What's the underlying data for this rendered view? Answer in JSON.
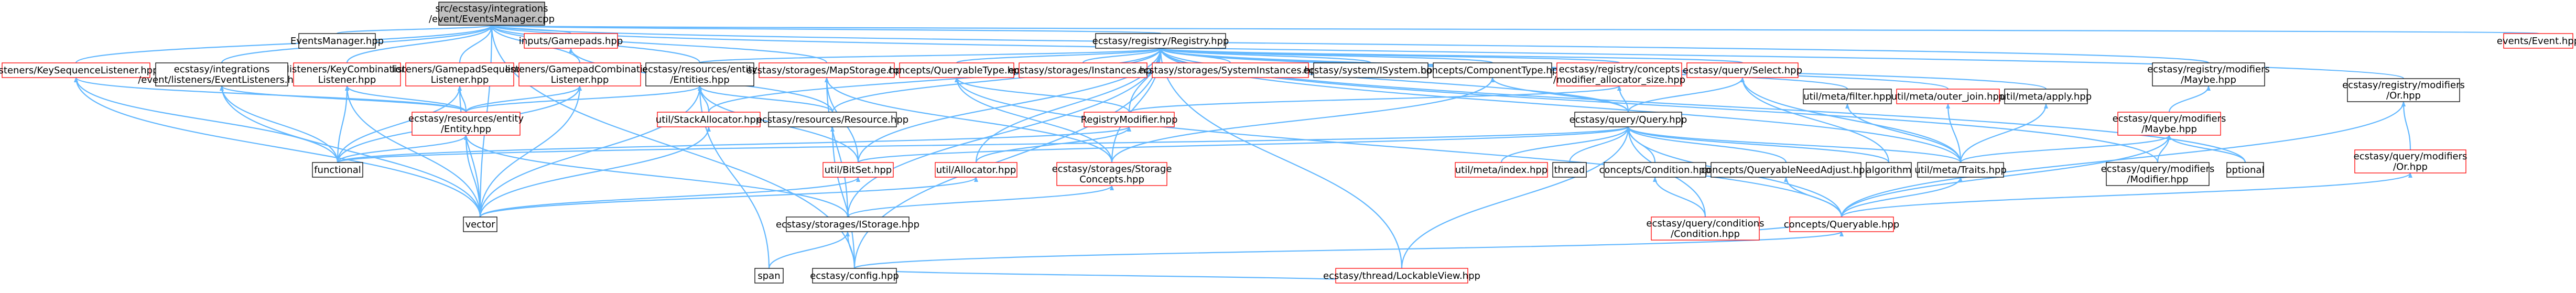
{
  "diagram": {
    "colors": {
      "edge": "#63b8ff",
      "root_fill": "#bfbfbf",
      "normal_border": "#000000",
      "missing_border": "#ff0000"
    },
    "nodes": [
      {
        "id": "root",
        "lines": [
          "src/ecstasy/integrations",
          "/event/EventsManager.cpp"
        ],
        "style": "root"
      },
      {
        "id": "eventsmanager",
        "lines": [
          "EventsManager.hpp"
        ],
        "style": "normal"
      },
      {
        "id": "registry",
        "lines": [
          "ecstasy/registry/Registry.hpp"
        ],
        "style": "normal"
      },
      {
        "id": "keyseqlistener",
        "lines": [
          "listeners/KeySequenceListener.hpp"
        ],
        "style": "missing"
      },
      {
        "id": "eventlisteners",
        "lines": [
          "ecstasy/integrations",
          "/event/listeners/EventListeners.hpp"
        ],
        "style": "normal"
      },
      {
        "id": "keycombolistener",
        "lines": [
          "listeners/KeyCombination",
          "Listener.hpp"
        ],
        "style": "missing"
      },
      {
        "id": "gpseqlistener",
        "lines": [
          "listeners/GamepadSequence",
          "Listener.hpp"
        ],
        "style": "missing"
      },
      {
        "id": "gpcombolistener",
        "lines": [
          "listeners/GamepadCombination",
          "Listener.hpp"
        ],
        "style": "missing"
      },
      {
        "id": "entities",
        "lines": [
          "ecstasy/resources/entity",
          "/Entities.hpp"
        ],
        "style": "normal"
      },
      {
        "id": "gamepads",
        "lines": [
          "inputs/Gamepads.hpp"
        ],
        "style": "missing"
      },
      {
        "id": "mapstorage",
        "lines": [
          "ecstasy/storages/MapStorage.hpp"
        ],
        "style": "missing"
      },
      {
        "id": "queryabletype",
        "lines": [
          "concepts/QueryableType.hpp"
        ],
        "style": "missing"
      },
      {
        "id": "instances",
        "lines": [
          "ecstasy/storages/Instances.hpp"
        ],
        "style": "missing"
      },
      {
        "id": "sysinstances",
        "lines": [
          "ecstasy/storages/SystemInstances.hpp"
        ],
        "style": "missing"
      },
      {
        "id": "isystem",
        "lines": [
          "ecstasy/system/ISystem.hpp"
        ],
        "style": "normal"
      },
      {
        "id": "componenttype",
        "lines": [
          "concepts/ComponentType.hpp"
        ],
        "style": "normal"
      },
      {
        "id": "modalloc",
        "lines": [
          "ecstasy/registry/concepts",
          "/modifier_allocator_size.hpp"
        ],
        "style": "missing"
      },
      {
        "id": "select",
        "lines": [
          "ecstasy/query/Select.hpp"
        ],
        "style": "missing"
      },
      {
        "id": "utilfilter",
        "lines": [
          "util/meta/filter.hpp"
        ],
        "style": "normal"
      },
      {
        "id": "outerjoin",
        "lines": [
          "util/meta/outer_join.hpp"
        ],
        "style": "missing"
      },
      {
        "id": "utilapply",
        "lines": [
          "util/meta/apply.hpp"
        ],
        "style": "normal"
      },
      {
        "id": "regmaybe",
        "lines": [
          "ecstasy/registry/modifiers",
          "/Maybe.hpp"
        ],
        "style": "normal"
      },
      {
        "id": "regor",
        "lines": [
          "ecstasy/registry/modifiers",
          "/Or.hpp"
        ],
        "style": "normal"
      },
      {
        "id": "event",
        "lines": [
          "events/Event.hpp"
        ],
        "style": "missing"
      },
      {
        "id": "stackalloc",
        "lines": [
          "util/StackAllocator.hpp"
        ],
        "style": "missing"
      },
      {
        "id": "resource",
        "lines": [
          "ecstasy/resources/Resource.hpp"
        ],
        "style": "normal"
      },
      {
        "id": "regmodifier",
        "lines": [
          "RegistryModifier.hpp"
        ],
        "style": "missing"
      },
      {
        "id": "query",
        "lines": [
          "ecstasy/query/Query.hpp"
        ],
        "style": "normal"
      },
      {
        "id": "qmaybe",
        "lines": [
          "ecstasy/query/modifiers",
          "/Maybe.hpp"
        ],
        "style": "missing"
      },
      {
        "id": "entity",
        "lines": [
          "ecstasy/resources/entity",
          "/Entity.hpp"
        ],
        "style": "missing"
      },
      {
        "id": "functional",
        "lines": [
          "functional"
        ],
        "style": "normal"
      },
      {
        "id": "bitset",
        "lines": [
          "util/BitSet.hpp"
        ],
        "style": "missing"
      },
      {
        "id": "allocator",
        "lines": [
          "util/Allocator.hpp"
        ],
        "style": "missing"
      },
      {
        "id": "storageconcepts",
        "lines": [
          "ecstasy/storages/Storage",
          "Concepts.hpp"
        ],
        "style": "missing"
      },
      {
        "id": "utilindex",
        "lines": [
          "util/meta/index.hpp"
        ],
        "style": "missing"
      },
      {
        "id": "thread",
        "lines": [
          "thread"
        ],
        "style": "normal"
      },
      {
        "id": "conceptcondition",
        "lines": [
          "concepts/Condition.hpp"
        ],
        "style": "normal"
      },
      {
        "id": "qaneedadjust",
        "lines": [
          "concepts/QueryableNeedAdjust.hpp"
        ],
        "style": "normal"
      },
      {
        "id": "algorithm",
        "lines": [
          "algorithm"
        ],
        "style": "normal"
      },
      {
        "id": "traits",
        "lines": [
          "util/meta/Traits.hpp"
        ],
        "style": "normal"
      },
      {
        "id": "qmodifier",
        "lines": [
          "ecstasy/query/modifiers",
          "/Modifier.hpp"
        ],
        "style": "normal"
      },
      {
        "id": "optional",
        "lines": [
          "optional"
        ],
        "style": "normal"
      },
      {
        "id": "qor",
        "lines": [
          "ecstasy/query/modifiers",
          "/Or.hpp"
        ],
        "style": "missing"
      },
      {
        "id": "vector",
        "lines": [
          "vector"
        ],
        "style": "normal"
      },
      {
        "id": "istorage",
        "lines": [
          "ecstasy/storages/IStorage.hpp"
        ],
        "style": "normal"
      },
      {
        "id": "qcondition",
        "lines": [
          "ecstasy/query/conditions",
          "/Condition.hpp"
        ],
        "style": "missing"
      },
      {
        "id": "conceptqueryable",
        "lines": [
          "concepts/Queryable.hpp"
        ],
        "style": "missing"
      },
      {
        "id": "span",
        "lines": [
          "span"
        ],
        "style": "normal"
      },
      {
        "id": "config",
        "lines": [
          "ecstasy/config.hpp"
        ],
        "style": "normal"
      },
      {
        "id": "lockableview",
        "lines": [
          "ecstasy/thread/LockableView.hpp"
        ],
        "style": "missing"
      }
    ]
  }
}
